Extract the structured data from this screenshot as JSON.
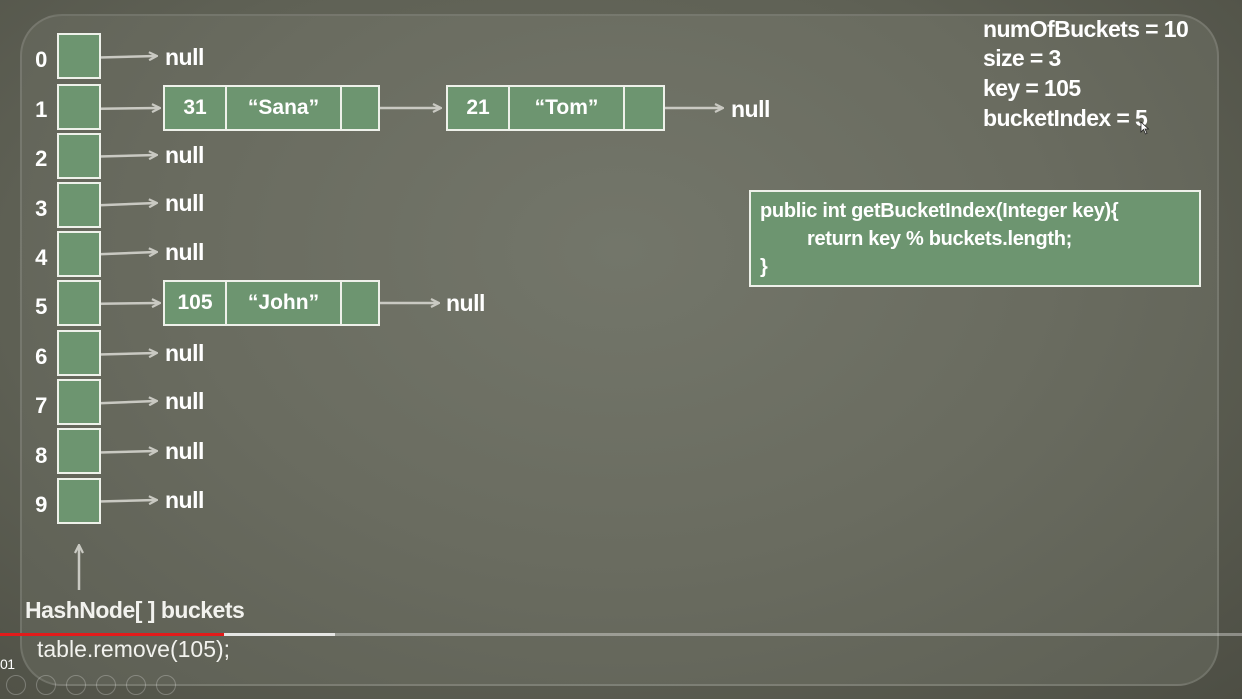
{
  "buckets": {
    "indices": [
      "0",
      "1",
      "2",
      "3",
      "4",
      "5",
      "6",
      "7",
      "8",
      "9"
    ],
    "null_label": "null",
    "array_label": "HashNode[ ] buckets"
  },
  "chains": {
    "bucket1": [
      {
        "key": "31",
        "value": "“Sana”"
      },
      {
        "key": "21",
        "value": "“Tom”"
      }
    ],
    "bucket5": [
      {
        "key": "105",
        "value": "“John”"
      }
    ]
  },
  "info": {
    "num_of_buckets": "numOfBuckets = 10",
    "size": "size = 3",
    "key": "key = 105",
    "bucket_index": "bucketIndex = 5"
  },
  "code": {
    "line1": "public int getBucketIndex(Integer key){",
    "line2": "return key % buckets.length;",
    "line3": "}"
  },
  "caption": "table.remove(105);",
  "player": {
    "time_fragment": "01",
    "progress_fraction": 0.18,
    "buffered_fraction": 0.27
  },
  "colors": {
    "node_fill": "#6d9570",
    "border": "#eef1ea",
    "arrow": "#c9c9c2",
    "progress": "#e21b1b"
  }
}
